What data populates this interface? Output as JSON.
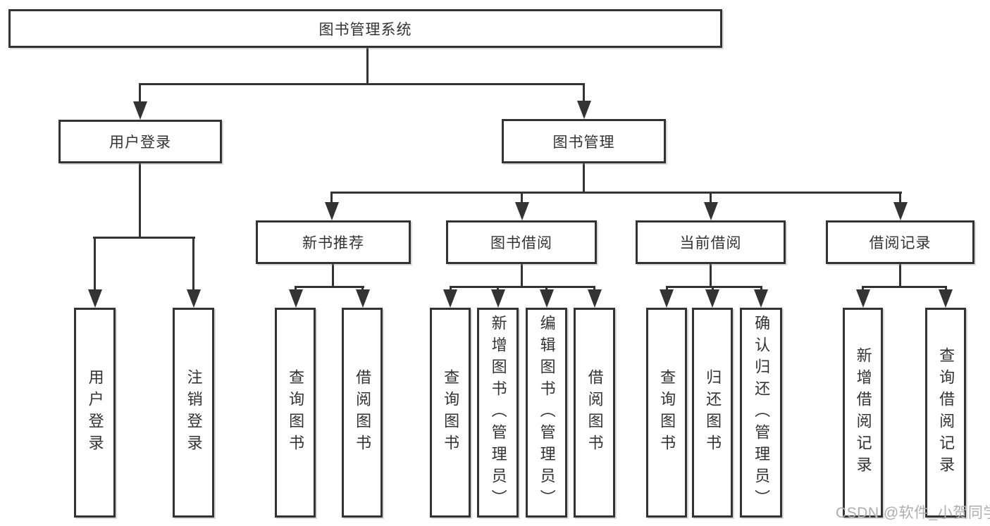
{
  "diagram": {
    "title": "图书管理系统",
    "branches": [
      {
        "label": "用户登录",
        "children": [
          "用户登录",
          "注销登录"
        ]
      },
      {
        "label": "图书管理",
        "sections": [
          {
            "label": "新书推荐",
            "children": [
              "查询图书",
              "借阅图书"
            ]
          },
          {
            "label": "图书借阅",
            "children": [
              "查询图书",
              "新增图书（管理员）",
              "编辑图书（管理员）",
              "借阅图书"
            ]
          },
          {
            "label": "当前借阅",
            "children": [
              "查询图书",
              "归还图书",
              "确认归还（管理员）"
            ]
          },
          {
            "label": "借阅记录",
            "children": [
              "新增借阅记录",
              "查询借阅记录"
            ]
          }
        ]
      }
    ]
  },
  "watermark": {
    "text": "CSDN @软件_小贺同学"
  },
  "colors": {
    "line": "#333333",
    "border": "#333333",
    "text": "#333333",
    "background": "#ffffff",
    "watermark": "#aeaeae"
  }
}
